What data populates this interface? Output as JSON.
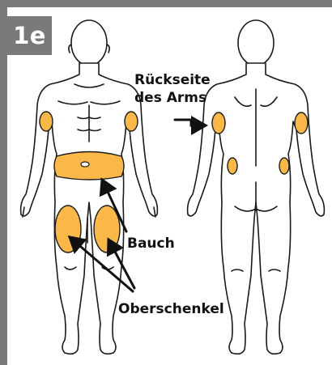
{
  "badge": {
    "label": "1e"
  },
  "labels": {
    "back_of_arm_line1": "Rückseite",
    "back_of_arm_line2": "des Arms",
    "abdomen": "Bauch",
    "thigh": "Oberschenkel"
  },
  "colors": {
    "frame": "#7a7a7a",
    "injection_area": "#f9b847",
    "outline": "#1a1a1a",
    "text": "#111111"
  }
}
